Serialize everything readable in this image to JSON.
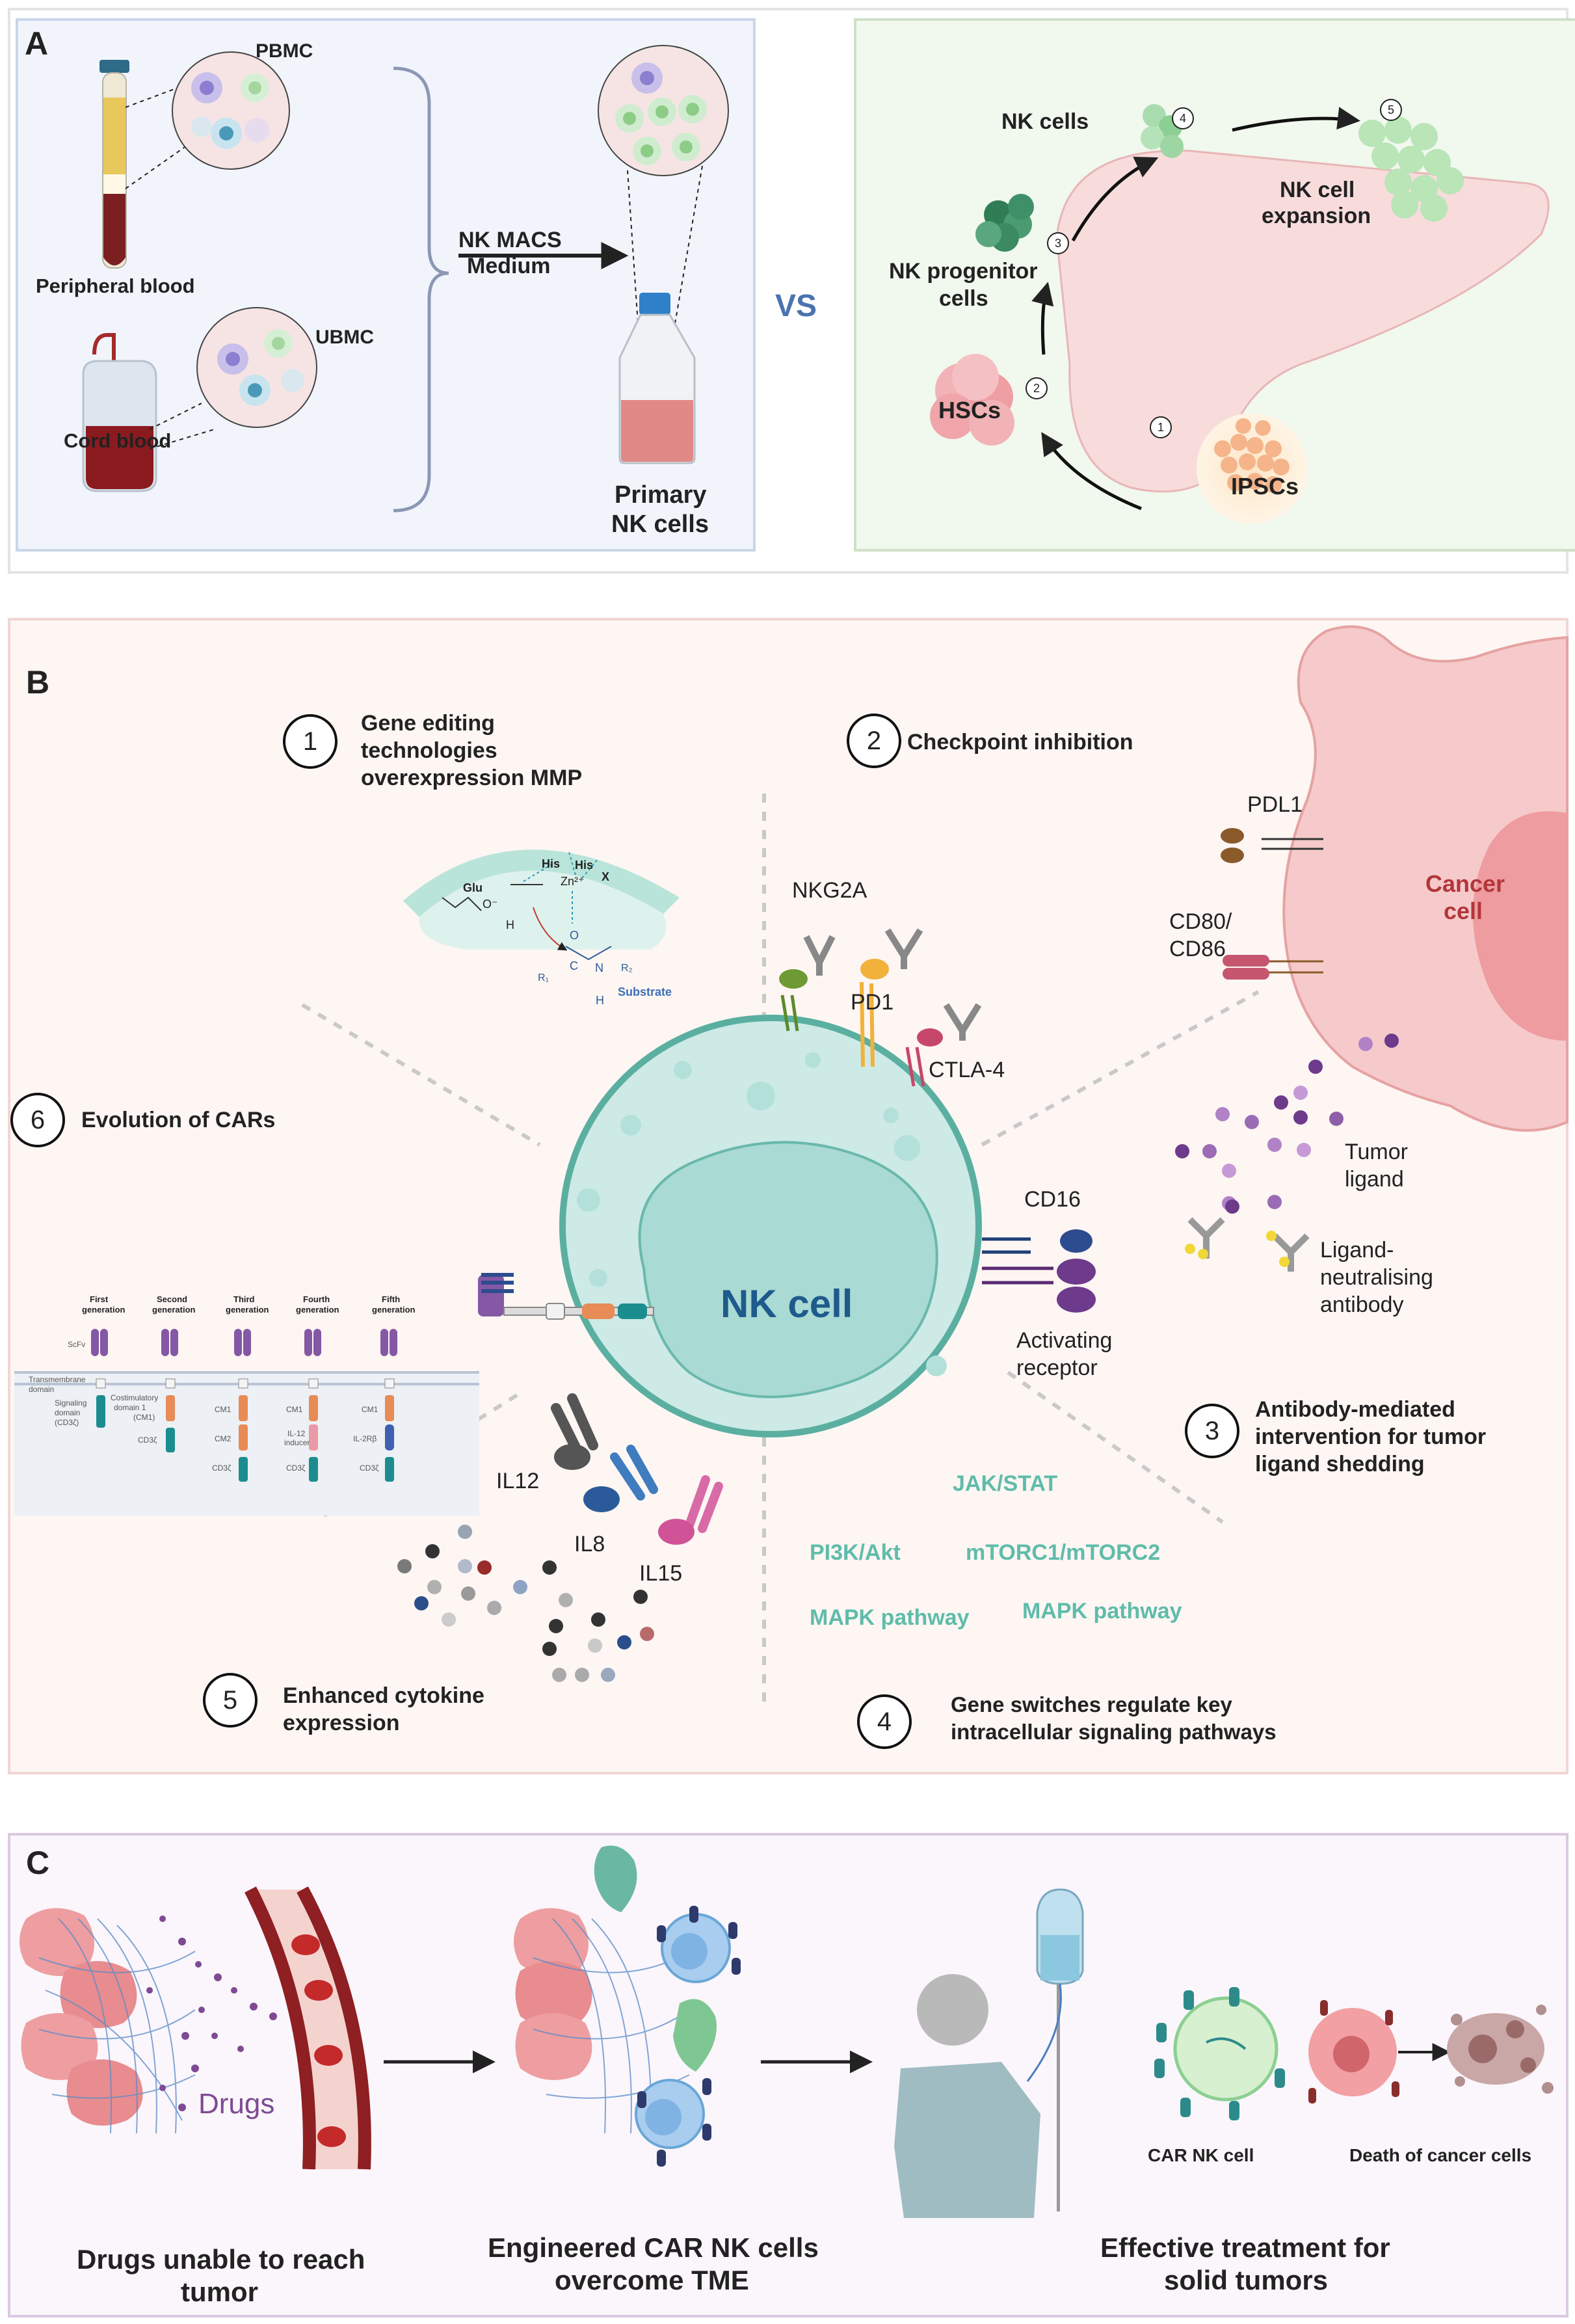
{
  "panel_a": {
    "letter": "A",
    "pbmc": "PBMC",
    "peripheral_blood": "Peripheral blood",
    "ubmc": "UBMC",
    "cord_blood": "Cord blood",
    "medium_line1": "NK MACS",
    "medium_line2": "Medium",
    "primary_line1": "Primary",
    "primary_line2": "NK cells",
    "vs": "VS",
    "nk_cells": "NK  cells",
    "nk_progenitor_line1": "NK progenitor",
    "nk_progenitor_line2": "cells",
    "hscs": "HSCs",
    "ipscs": "IPSCs",
    "expansion_line1": "NK cell",
    "expansion_line2": "expansion",
    "steps": [
      "1",
      "2",
      "3",
      "4",
      "5"
    ]
  },
  "panel_b": {
    "letter": "B",
    "n1": "1",
    "t1_line1": "Gene editing",
    "t1_line2": "technologies",
    "t1_line3": "overexpression MMP",
    "n2": "2",
    "t2": "Checkpoint inhibition",
    "n3": "3",
    "t3_line1": "Antibody-mediated",
    "t3_line2": "intervention for tumor",
    "t3_line3": "ligand shedding",
    "n4": "4",
    "t4_line1": "Gene switches regulate key",
    "t4_line2": "intracellular signaling pathways",
    "n5": "5",
    "t5_line1": "Enhanced cytokine",
    "t5_line2": "expression",
    "n6": "6",
    "t6": "Evolution of CARs",
    "nk_cell": "NK cell",
    "cancer_line1": "Cancer",
    "cancer_line2": "cell",
    "pdl1": "PDL1",
    "cd80_line1": "CD80/",
    "cd80_line2": "CD86",
    "nkg2a": "NKG2A",
    "pd1": "PD1",
    "ctla4": "CTLA-4",
    "cd16": "CD16",
    "activating_line1": "Activating",
    "activating_line2": "receptor",
    "tumor_ligand_line1": "Tumor",
    "tumor_ligand_line2": "ligand",
    "lna_line1": "Ligand-",
    "lna_line2": "neutralising",
    "lna_line3": "antibody",
    "il12": "IL12",
    "il8": "IL8",
    "il15": "IL15",
    "pathways": [
      "JAK/STAT",
      "PI3K/Akt",
      "mTORC1/mTORC2",
      "MAPK pathway",
      "MAPK pathway"
    ],
    "mmp": {
      "glu": "Glu",
      "his1": "His",
      "his2": "His",
      "x": "X",
      "zn": "Zn²⁺",
      "substrate": "Substrate",
      "o1": "O",
      "o2": "O⁻",
      "h1": "H",
      "h2": "H",
      "c": "C",
      "n": "N",
      "r1": "R₁",
      "r2": "R₂"
    },
    "car": {
      "generations": [
        [
          "First",
          "generation"
        ],
        [
          "Second",
          "generation"
        ],
        [
          "Third",
          "generation"
        ],
        [
          "Fourth",
          "generation"
        ],
        [
          "Fifth",
          "generation"
        ]
      ],
      "scfv": "ScFv",
      "transmembrane_line1": "Transmembrane",
      "transmembrane_line2": "domain",
      "signaling_line1": "Signaling",
      "signaling_line2": "domain",
      "signaling_line3": "(CD3ζ)",
      "costim_line1": "Costimulatory",
      "costim_line2": "domain 1",
      "costim_line3": "(CM1)",
      "cd3z": "CD3ζ",
      "cm1": "CM1",
      "cm2": "CM2",
      "il12_line1": "IL-12",
      "il12_line2": "inducer",
      "il2rb": "IL-2Rβ"
    }
  },
  "panel_c": {
    "letter": "C",
    "drugs": "Drugs",
    "cap1_line1": "Drugs unable to reach",
    "cap1_line2": "tumor",
    "cap2_line1": "Engineered CAR NK cells",
    "cap2_line2": "overcome TME",
    "cap3_line1": "Effective treatment for",
    "cap3_line2": "solid tumors",
    "car_nk": "CAR NK cell",
    "death": "Death of cancer cells"
  },
  "colors": {
    "panel_a_left_bg": "#f1f5fb",
    "panel_a_right_bg": "#f1f8ee",
    "panel_b_bg": "#fdf6f3",
    "panel_c_bg": "#faf6fb",
    "nk_cell_fill": "#bfe3df",
    "nk_cell_border": "#5aafa0",
    "cancer_fill": "#f5c9c9",
    "pathway_text": "#5fbcaa",
    "nk_label": "#1f5a8c",
    "cancer_label": "#b2363a",
    "vs": "#4a72b0"
  }
}
